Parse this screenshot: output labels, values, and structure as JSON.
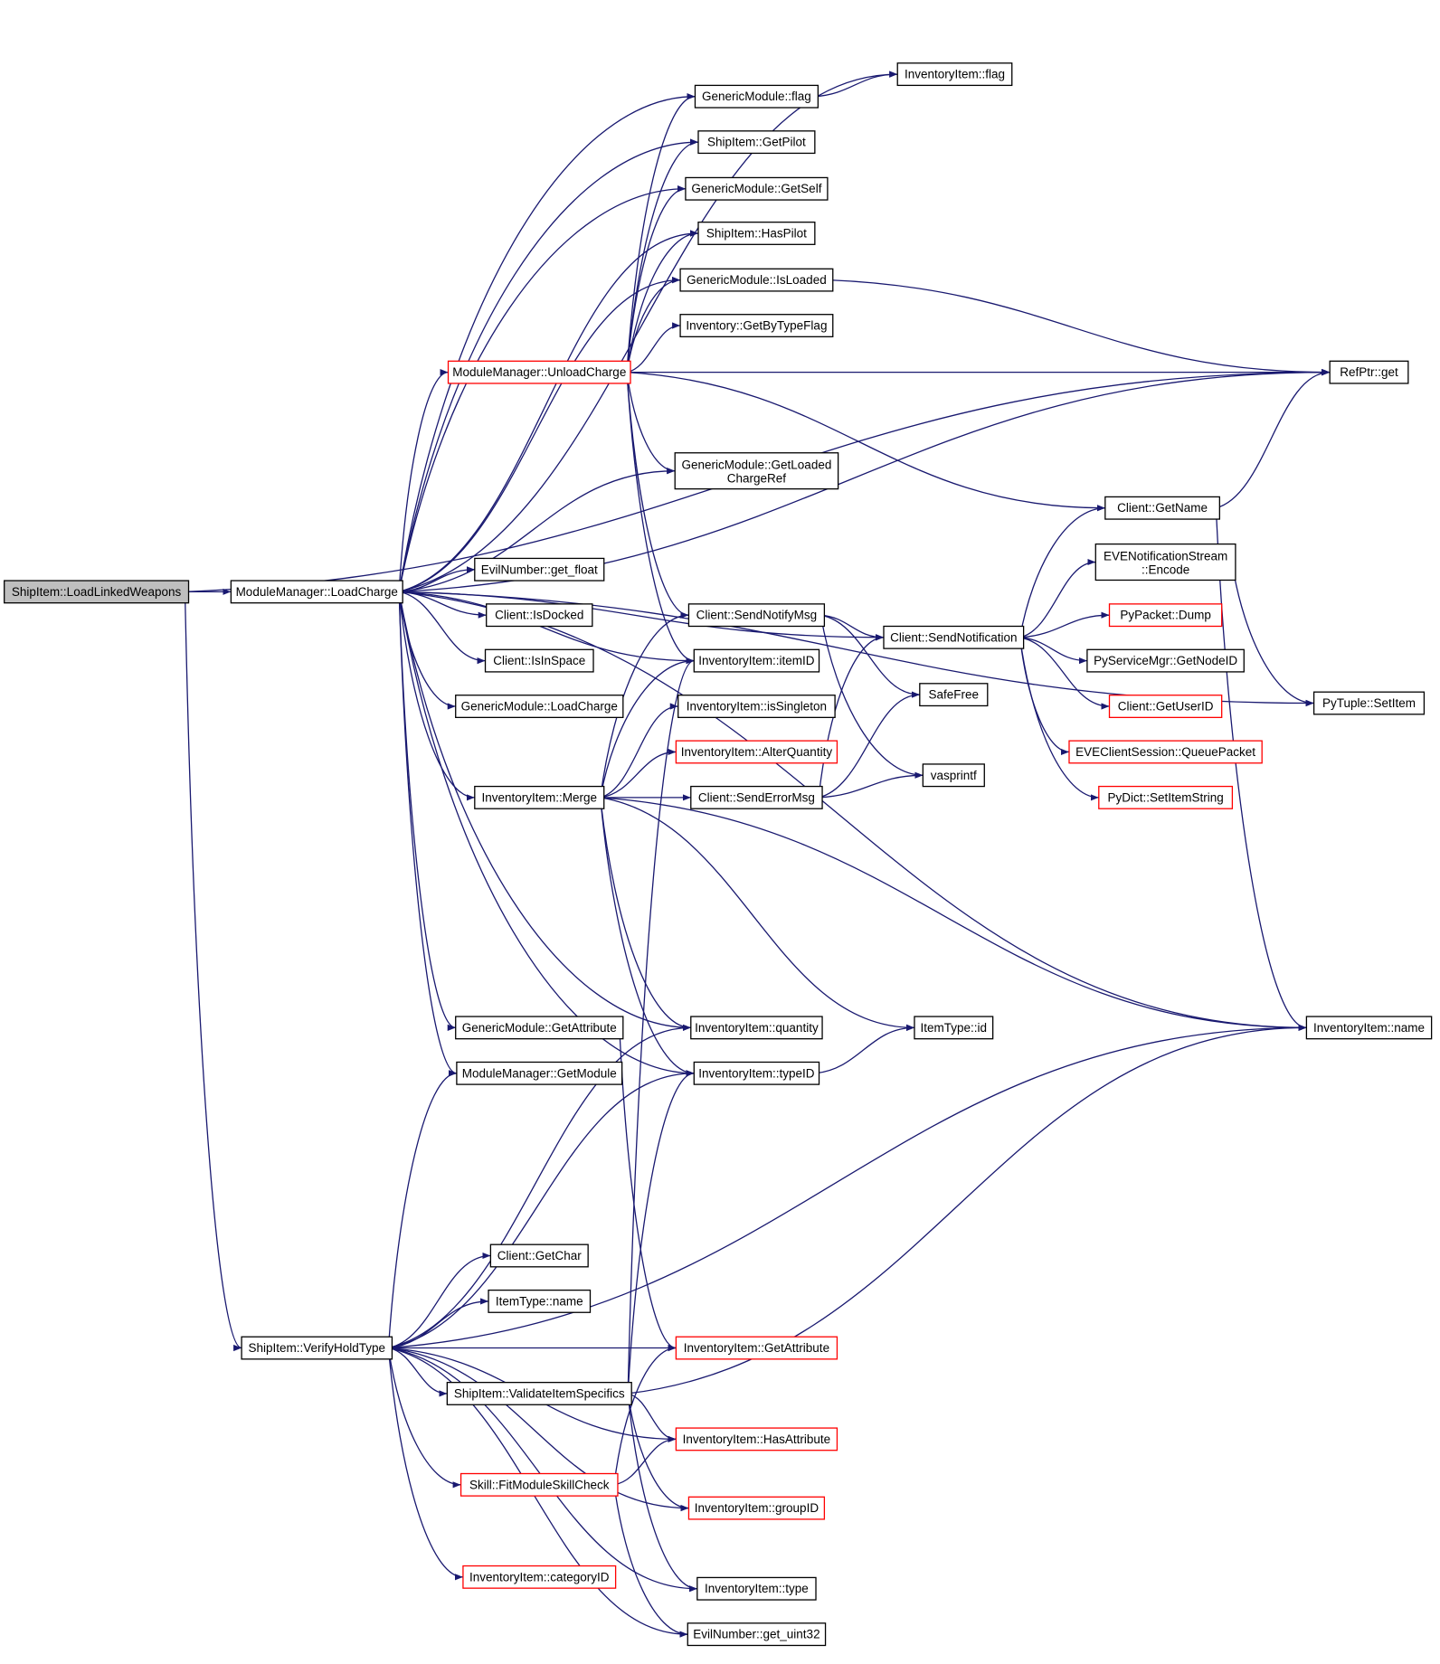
{
  "colors": {
    "edge": "#191970",
    "node_border": "#000000",
    "node_border_external": "#ff0000",
    "root_fill": "#bfbfbf",
    "node_fill": "#ffffff"
  },
  "nodes": [
    {
      "id": "root",
      "label": "ShipItem::LoadLinkedWeapons",
      "style": "root"
    },
    {
      "id": "mm_load",
      "label": "ModuleManager::LoadCharge",
      "style": "normal"
    },
    {
      "id": "verify",
      "label": "ShipItem::VerifyHoldType",
      "style": "normal"
    },
    {
      "id": "ii_flag",
      "label": "InventoryItem::flag",
      "style": "normal"
    },
    {
      "id": "gm_flag",
      "label": "GenericModule::flag",
      "style": "normal"
    },
    {
      "id": "getpilot",
      "label": "ShipItem::GetPilot",
      "style": "normal"
    },
    {
      "id": "getself",
      "label": "GenericModule::GetSelf",
      "style": "normal"
    },
    {
      "id": "haspilot",
      "label": "ShipItem::HasPilot",
      "style": "normal"
    },
    {
      "id": "isloaded",
      "label": "GenericModule::IsLoaded",
      "style": "normal"
    },
    {
      "id": "gettypeflag",
      "label": "Inventory::GetByTypeFlag",
      "style": "normal"
    },
    {
      "id": "unload",
      "label": "ModuleManager::UnloadCharge",
      "style": "external"
    },
    {
      "id": "refget",
      "label": "RefPtr::get",
      "style": "normal"
    },
    {
      "id": "getloaded",
      "label": "GenericModule::GetLoaded",
      "label2": "ChargeRef",
      "style": "normal"
    },
    {
      "id": "getname",
      "label": "Client::GetName",
      "style": "normal"
    },
    {
      "id": "encode",
      "label": "EVENotificationStream",
      "label2": "::Encode",
      "style": "normal"
    },
    {
      "id": "getfloat",
      "label": "EvilNumber::get_float",
      "style": "normal"
    },
    {
      "id": "dump",
      "label": "PyPacket::Dump",
      "style": "external"
    },
    {
      "id": "isdocked",
      "label": "Client::IsDocked",
      "style": "normal"
    },
    {
      "id": "sendnotifymsg",
      "label": "Client::SendNotifyMsg",
      "style": "normal"
    },
    {
      "id": "sendnotif",
      "label": "Client::SendNotification",
      "style": "normal"
    },
    {
      "id": "isinspace",
      "label": "Client::IsInSpace",
      "style": "normal"
    },
    {
      "id": "itemid",
      "label": "InventoryItem::itemID",
      "style": "normal"
    },
    {
      "id": "getnodeid",
      "label": "PyServiceMgr::GetNodeID",
      "style": "normal"
    },
    {
      "id": "safefree",
      "label": "SafeFree",
      "style": "normal"
    },
    {
      "id": "gm_loadcharge",
      "label": "GenericModule::LoadCharge",
      "style": "normal"
    },
    {
      "id": "issingleton",
      "label": "InventoryItem::isSingleton",
      "style": "normal"
    },
    {
      "id": "getuserid",
      "label": "Client::GetUserID",
      "style": "external"
    },
    {
      "id": "pytuple",
      "label": "PyTuple::SetItem",
      "style": "normal"
    },
    {
      "id": "alterqty",
      "label": "InventoryItem::AlterQuantity",
      "style": "external"
    },
    {
      "id": "queuepacket",
      "label": "EVEClientSession::QueuePacket",
      "style": "external"
    },
    {
      "id": "vasprintf",
      "label": "vasprintf",
      "style": "normal"
    },
    {
      "id": "merge",
      "label": "InventoryItem::Merge",
      "style": "normal"
    },
    {
      "id": "senderror",
      "label": "Client::SendErrorMsg",
      "style": "normal"
    },
    {
      "id": "pydict",
      "label": "PyDict::SetItemString",
      "style": "external"
    },
    {
      "id": "gm_getattr",
      "label": "GenericModule::GetAttribute",
      "style": "normal"
    },
    {
      "id": "quantity",
      "label": "InventoryItem::quantity",
      "style": "normal"
    },
    {
      "id": "itemtype_id",
      "label": "ItemType::id",
      "style": "normal"
    },
    {
      "id": "ii_name",
      "label": "InventoryItem::name",
      "style": "normal"
    },
    {
      "id": "getmodule",
      "label": "ModuleManager::GetModule",
      "style": "normal"
    },
    {
      "id": "typeid",
      "label": "InventoryItem::typeID",
      "style": "normal"
    },
    {
      "id": "getchar",
      "label": "Client::GetChar",
      "style": "normal"
    },
    {
      "id": "itemtype_name",
      "label": "ItemType::name",
      "style": "normal"
    },
    {
      "id": "ii_getattr",
      "label": "InventoryItem::GetAttribute",
      "style": "external"
    },
    {
      "id": "validate",
      "label": "ShipItem::ValidateItemSpecifics",
      "style": "normal"
    },
    {
      "id": "hasattr",
      "label": "InventoryItem::HasAttribute",
      "style": "external"
    },
    {
      "id": "fitskill",
      "label": "Skill::FitModuleSkillCheck",
      "style": "external"
    },
    {
      "id": "groupid",
      "label": "InventoryItem::groupID",
      "style": "external"
    },
    {
      "id": "categoryid",
      "label": "InventoryItem::categoryID",
      "style": "external"
    },
    {
      "id": "ii_type",
      "label": "InventoryItem::type",
      "style": "normal"
    },
    {
      "id": "uint32",
      "label": "EvilNumber::get_uint32",
      "style": "normal"
    }
  ],
  "edges": [
    [
      "root",
      "mm_load"
    ],
    [
      "root",
      "verify"
    ],
    [
      "root",
      "refget"
    ],
    [
      "mm_load",
      "ii_flag"
    ],
    [
      "mm_load",
      "gm_flag"
    ],
    [
      "mm_load",
      "getpilot"
    ],
    [
      "mm_load",
      "getself"
    ],
    [
      "mm_load",
      "haspilot"
    ],
    [
      "mm_load",
      "isloaded"
    ],
    [
      "mm_load",
      "unload"
    ],
    [
      "mm_load",
      "getloaded"
    ],
    [
      "mm_load",
      "getfloat"
    ],
    [
      "mm_load",
      "isdocked"
    ],
    [
      "mm_load",
      "isinspace"
    ],
    [
      "mm_load",
      "gm_loadcharge"
    ],
    [
      "mm_load",
      "merge"
    ],
    [
      "mm_load",
      "gm_getattr"
    ],
    [
      "mm_load",
      "getmodule"
    ],
    [
      "mm_load",
      "quantity"
    ],
    [
      "mm_load",
      "typeid"
    ],
    [
      "mm_load",
      "ii_name"
    ],
    [
      "mm_load",
      "sendnotif"
    ],
    [
      "mm_load",
      "refget"
    ],
    [
      "mm_load",
      "pytuple"
    ],
    [
      "mm_load",
      "itemid"
    ],
    [
      "gm_flag",
      "ii_flag"
    ],
    [
      "isloaded",
      "refget"
    ],
    [
      "getname",
      "refget"
    ],
    [
      "getname",
      "ii_name"
    ],
    [
      "unload",
      "gm_flag"
    ],
    [
      "unload",
      "getpilot"
    ],
    [
      "unload",
      "getself"
    ],
    [
      "unload",
      "haspilot"
    ],
    [
      "unload",
      "isloaded"
    ],
    [
      "unload",
      "gettypeflag"
    ],
    [
      "unload",
      "refget"
    ],
    [
      "unload",
      "getloaded"
    ],
    [
      "unload",
      "getname"
    ],
    [
      "unload",
      "sendnotifymsg"
    ],
    [
      "unload",
      "itemid"
    ],
    [
      "sendnotifymsg",
      "sendnotif"
    ],
    [
      "sendnotifymsg",
      "safefree"
    ],
    [
      "sendnotifymsg",
      "vasprintf"
    ],
    [
      "sendnotif",
      "getname"
    ],
    [
      "sendnotif",
      "encode"
    ],
    [
      "sendnotif",
      "dump"
    ],
    [
      "sendnotif",
      "getnodeid"
    ],
    [
      "sendnotif",
      "getuserid"
    ],
    [
      "sendnotif",
      "queuepacket"
    ],
    [
      "sendnotif",
      "pydict"
    ],
    [
      "encode",
      "pytuple"
    ],
    [
      "merge",
      "sendnotifymsg"
    ],
    [
      "merge",
      "issingleton"
    ],
    [
      "merge",
      "alterqty"
    ],
    [
      "merge",
      "senderror"
    ],
    [
      "merge",
      "quantity"
    ],
    [
      "merge",
      "typeid"
    ],
    [
      "merge",
      "itemtype_id"
    ],
    [
      "merge",
      "ii_name"
    ],
    [
      "merge",
      "itemid"
    ],
    [
      "senderror",
      "sendnotif"
    ],
    [
      "senderror",
      "safefree"
    ],
    [
      "senderror",
      "vasprintf"
    ],
    [
      "typeid",
      "itemtype_id"
    ],
    [
      "gm_getattr",
      "ii_getattr"
    ],
    [
      "verify",
      "getmodule"
    ],
    [
      "verify",
      "quantity"
    ],
    [
      "verify",
      "typeid"
    ],
    [
      "verify",
      "ii_name"
    ],
    [
      "verify",
      "getchar"
    ],
    [
      "verify",
      "itemtype_name"
    ],
    [
      "verify",
      "ii_getattr"
    ],
    [
      "verify",
      "validate"
    ],
    [
      "verify",
      "hasattr"
    ],
    [
      "verify",
      "fitskill"
    ],
    [
      "verify",
      "groupid"
    ],
    [
      "verify",
      "categoryid"
    ],
    [
      "verify",
      "ii_type"
    ],
    [
      "verify",
      "uint32"
    ],
    [
      "validate",
      "ii_name"
    ],
    [
      "validate",
      "hasattr"
    ],
    [
      "validate",
      "groupid"
    ],
    [
      "validate",
      "ii_type"
    ],
    [
      "validate",
      "typeid"
    ],
    [
      "validate",
      "itemid"
    ],
    [
      "fitskill",
      "hasattr"
    ],
    [
      "fitskill",
      "ii_getattr"
    ],
    [
      "fitskill",
      "uint32"
    ]
  ]
}
